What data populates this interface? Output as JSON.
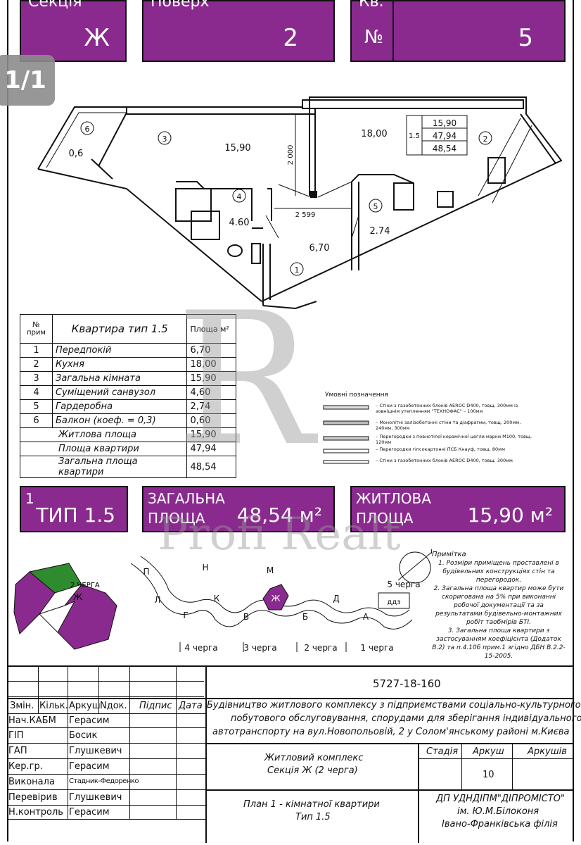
{
  "header": {
    "section_label": "Секція",
    "section_value": "Ж",
    "floor_label": "Поверх",
    "floor_value": "2",
    "apt_label": "Кв.",
    "apt_no": "№",
    "apt_value": "5"
  },
  "pager": "1/1",
  "plan": {
    "rooms": [
      {
        "num": "1",
        "area": "6,70"
      },
      {
        "num": "2",
        "area": "18,00"
      },
      {
        "num": "3",
        "area": "15,90"
      },
      {
        "num": "4",
        "area": "4.60"
      },
      {
        "num": "5",
        "area": "2.74"
      },
      {
        "num": "6",
        "area": "0,6"
      }
    ],
    "dim_vertical": "2 000",
    "dim_horizontal": "2 599",
    "summary_type": "1.5",
    "summary_values": [
      "15,90",
      "47,94",
      "48,54"
    ]
  },
  "room_table": {
    "col_no": "№ прим",
    "col_title": "Квартира тип 1.5",
    "col_area": "Площа м²",
    "rows": [
      {
        "no": "1",
        "name": "Передпокій",
        "area": "6,70"
      },
      {
        "no": "2",
        "name": "Кухня",
        "area": "18,00"
      },
      {
        "no": "3",
        "name": "Загальна кімната",
        "area": "15,90"
      },
      {
        "no": "4",
        "name": "Суміщений санвузол",
        "area": "4,60"
      },
      {
        "no": "5",
        "name": "Гардеробна",
        "area": "2,74"
      },
      {
        "no": "6",
        "name": "Балкон  (коеф. = 0,3)",
        "area": "0,60"
      }
    ],
    "totals": [
      {
        "name": "Житлова площа",
        "area": "15,90"
      },
      {
        "name": "Площа квартири",
        "area": "47,94"
      },
      {
        "name": "Загальна площа квартири",
        "area": "48,54"
      }
    ]
  },
  "legend": {
    "title": "Умовні позначення",
    "items": [
      "– Стіни з газобетонних блоків AEROC D400, товщ. 300мм із зовнішнім утепленням \"ТЕХНОФАС\" – 100мм",
      "– Монолітні залізобетонні стіни та діафрагми, товщ. 200мм, 240мм, 300мм",
      "– Перегородки з повнотілої керамічної цегли марки М100, товщ. 120мм",
      "– Перегородки гіпсокартонні ПСБ Кнауф, товщ. 80мм",
      "– Стіни з газобетонних блоків AEROC D400, товщ. 300мм"
    ]
  },
  "banners": {
    "type_num": "1",
    "type_label": "ТИП 1.5",
    "total_l1": "ЗАГАЛЬНА",
    "total_l2": "ПЛОЩА",
    "total_value": "48,54 м²",
    "living_l1": "ЖИТЛОВА",
    "living_l2": "ПЛОЩА",
    "living_value": "15,90 м²"
  },
  "key_plan": {
    "inset_label": "2 ЧЕРГА",
    "inset_section": "Ж",
    "sections": [
      "П",
      "Н",
      "М",
      "Л",
      "К",
      "Ж",
      "Д",
      "Г",
      "В",
      "Б",
      "А"
    ],
    "queue_labels": [
      "4 черга",
      "3 черга",
      "2 черга",
      "1 черга",
      "5 черга"
    ],
    "dds": "ддз",
    "north": "П"
  },
  "notes": {
    "title": "Примітка",
    "lines": [
      "1. Розміри приміщень проставлені в будівельних конструкціях стін та перегородок.",
      "2. Загальна площа квартир може бути скоригована на 5% при виконанні робочої документації та за результатами будівельно-монтажних робіт таобмірів БТІ.",
      "3. Загальна площа квартири з застосуванням коефіцієнта (Додаток В.2) та п.4.10б прим.1 згідно ДБН В.2.2-15-2005."
    ]
  },
  "title_block": {
    "doc_code": "5727-18-160",
    "col_headers": [
      "Змін.",
      "Кільк.",
      "Аркуш",
      "Nдок.",
      "Підпис",
      "Дата"
    ],
    "staff": [
      {
        "role": "Нач.КАБМ",
        "name": "Герасим"
      },
      {
        "role": "ГІП",
        "name": "Босик"
      },
      {
        "role": "ГАП",
        "name": "Глушкевич"
      },
      {
        "role": "Кер.гр.",
        "name": "Герасим"
      },
      {
        "role": "Виконала",
        "name": "Стадник-Федоренко"
      },
      {
        "role": "Перевірив",
        "name": "Глушкевич"
      },
      {
        "role": "Н.контроль",
        "name": "Герасим"
      }
    ],
    "project_l1": "Будівництво житлового комплексу з підприємствами соціально-культурного,",
    "project_l2": "побутового обслуговування, спорудами для зберігання індивідуального",
    "project_l3": "автотранспорту на вул.Новопольовій, 2 у Солом'янському районі м.Києва",
    "object_l1": "Житловий комплекс",
    "object_l2": "Секція Ж  (2 черга)",
    "stage_label": "Стадія",
    "sheet_label": "Аркуш",
    "sheets_label": "Аркушів",
    "sheet_value": "10",
    "drawing_l1": "План 1 - кімнатної квартири",
    "drawing_l2": "Тип 1.5",
    "org_l1": "ДП УДНДІПМ\"ДІПРОМІСТО\"",
    "org_l2": "ім. Ю.М.Білоконя",
    "org_l3": "Івано-Франківська філія"
  },
  "watermark": "Profi Realt",
  "colors": {
    "accent": "#8a2a8f",
    "green": "#2e8b2e"
  }
}
